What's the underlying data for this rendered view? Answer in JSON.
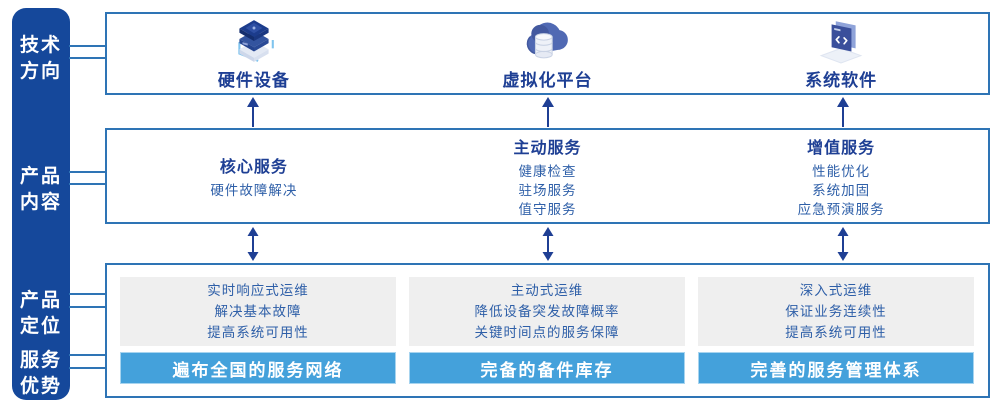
{
  "palette": {
    "rail_bg": "#15489B",
    "box_border": "#2E74B5",
    "heading_text": "#1E3F94",
    "body_text": "#2E5FA8",
    "gray_panel_bg": "#EFEFEF",
    "highlight_bar_bg": "#44A1DB",
    "highlight_bar_text": "#FFFFFF",
    "arrow_color": "#1F3F94"
  },
  "rail": {
    "labels": [
      {
        "id": "tech-direction",
        "line1": "技术",
        "line2": "方向"
      },
      {
        "id": "product-content",
        "line1": "产品",
        "line2": "内容"
      },
      {
        "id": "product-positioning",
        "line1": "产品",
        "line2": "定位"
      },
      {
        "id": "service-advantage",
        "line1": "服务",
        "line2": "优势"
      }
    ]
  },
  "tech_row": {
    "items": [
      {
        "label": "硬件设备",
        "icon": "server-stack-icon"
      },
      {
        "label": "虚拟化平台",
        "icon": "cloud-database-icon"
      },
      {
        "label": "系统软件",
        "icon": "software-window-icon"
      }
    ]
  },
  "service_row": {
    "columns": [
      {
        "heading": "核心服务",
        "items": [
          "硬件故障解决"
        ]
      },
      {
        "heading": "主动服务",
        "items": [
          "健康检查",
          "驻场服务",
          "值守服务"
        ]
      },
      {
        "heading": "增值服务",
        "items": [
          "性能优化",
          "系统加固",
          "应急预演服务"
        ]
      }
    ]
  },
  "positioning_row": {
    "columns": [
      {
        "lines": [
          "实时响应式运维",
          "解决基本故障",
          "提高系统可用性"
        ],
        "bar": "遍布全国的服务网络"
      },
      {
        "lines": [
          "主动式运维",
          "降低设备突发故障概率",
          "关键时间点的服务保障"
        ],
        "bar": "完备的备件库存"
      },
      {
        "lines": [
          "深入式运维",
          "保证业务连续性",
          "提高系统可用性"
        ],
        "bar": "完善的服务管理体系"
      }
    ]
  }
}
